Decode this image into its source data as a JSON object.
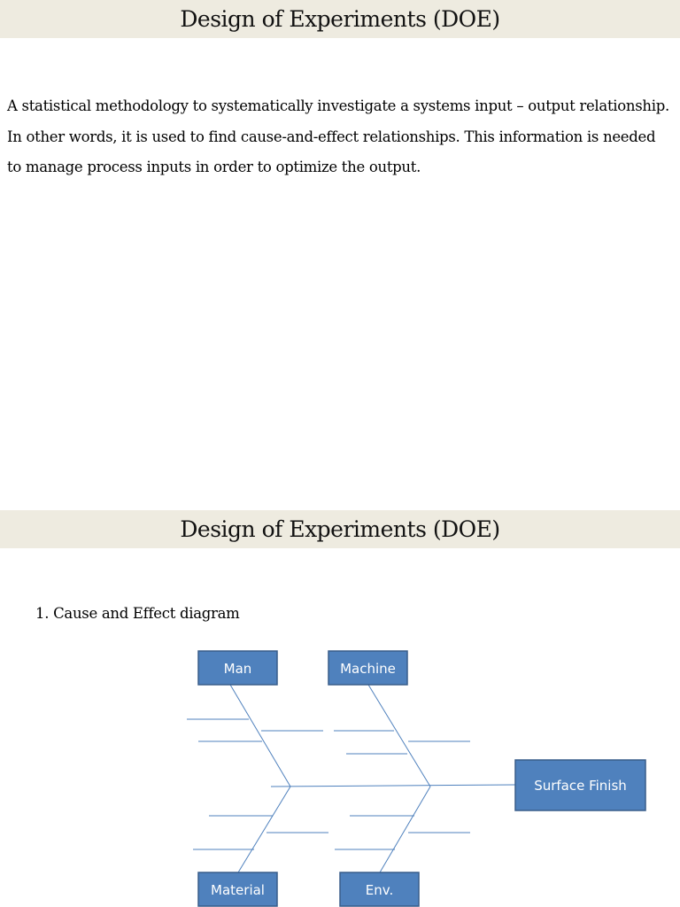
{
  "slides": [
    {
      "title": "Design of Experiments (DOE)",
      "paragraphs": [
        "A statistical methodology to systematically investigate a systems input – output relationship.",
        "In other words, it is used to find cause-and-effect relationships. This information is needed to manage process inputs in order to optimize the output."
      ]
    },
    {
      "title": "Design of Experiments (DOE)",
      "caption": "1. Cause and Effect diagram",
      "diagram": {
        "causes": {
          "man": "Man",
          "machine": "Machine",
          "material": "Material",
          "env": "Env."
        },
        "effect": "Surface Finish",
        "box_fill": "#4f81bd",
        "box_stroke": "#385d8a",
        "line_color": "#4f81bd"
      }
    }
  ]
}
